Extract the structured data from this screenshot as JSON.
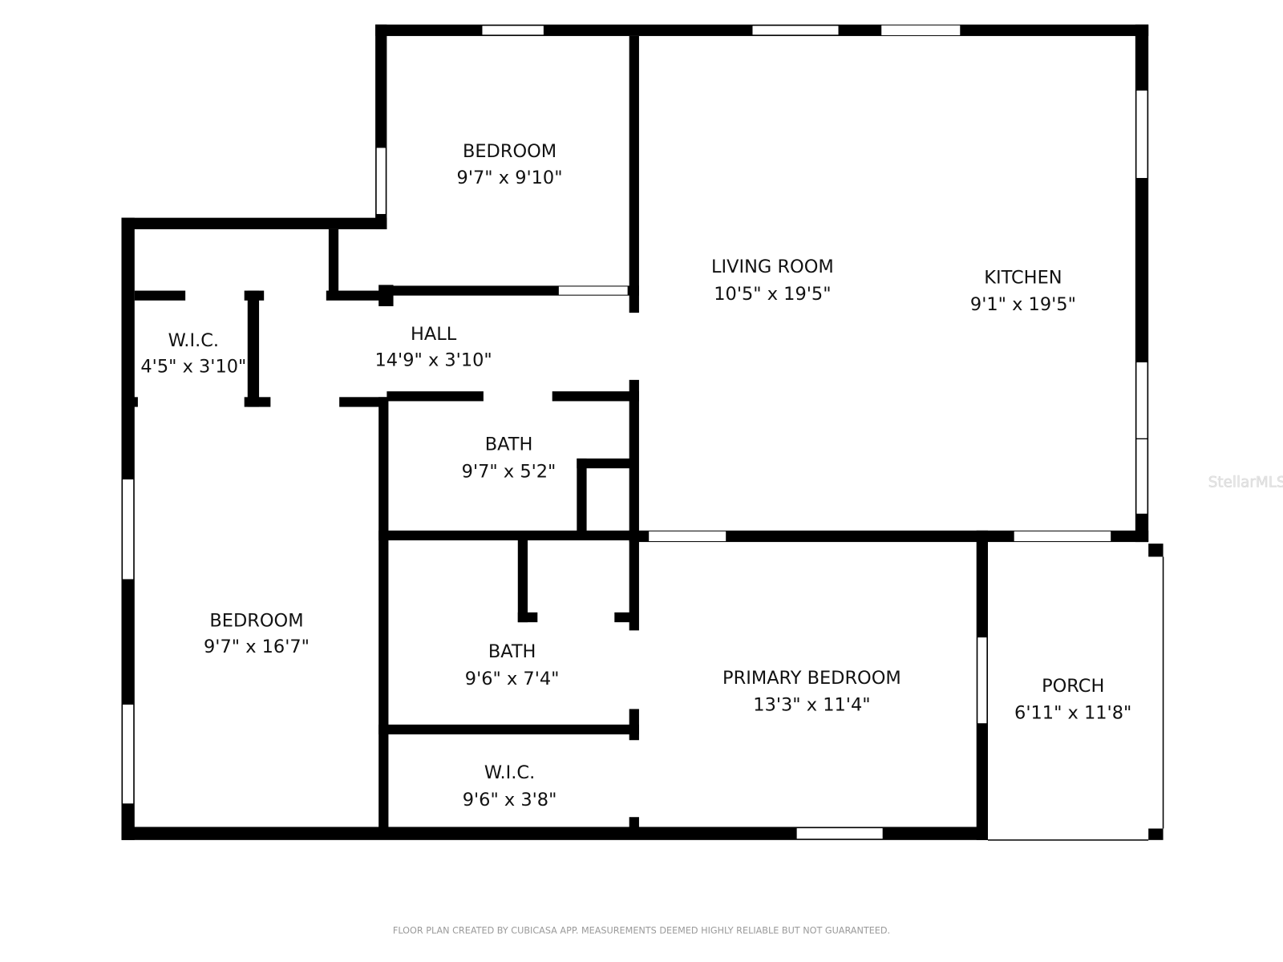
{
  "rooms": [
    {
      "name": "BEDROOM",
      "size": "9'7\" x 9'10\""
    },
    {
      "name": "LIVING ROOM",
      "size": "10'5\" x 19'5\""
    },
    {
      "name": "KITCHEN",
      "size": "9'1\" x 19'5\""
    },
    {
      "name": "W.I.C.",
      "size": "4'5\" x 3'10\""
    },
    {
      "name": "HALL",
      "size": "14'9\" x 3'10\""
    },
    {
      "name": "BATH",
      "size": "9'7\" x 5'2\""
    },
    {
      "name": "BEDROOM",
      "size": "9'7\" x 16'7\""
    },
    {
      "name": "BATH",
      "size": "9'6\" x 7'4\""
    },
    {
      "name": "PRIMARY BEDROOM",
      "size": "13'3\" x 11'4\""
    },
    {
      "name": "PORCH",
      "size": "6'11\" x 11'8\""
    },
    {
      "name": "W.I.C.",
      "size": "9'6\" x 3'8\""
    }
  ],
  "footer": "FLOOR PLAN CREATED BY CUBICASA APP. MEASUREMENTS DEEMED HIGHLY RELIABLE BUT NOT GUARANTEED.",
  "watermark": "StellarMLS",
  "colors": {
    "wall": "#000000",
    "background": "#ffffff"
  }
}
